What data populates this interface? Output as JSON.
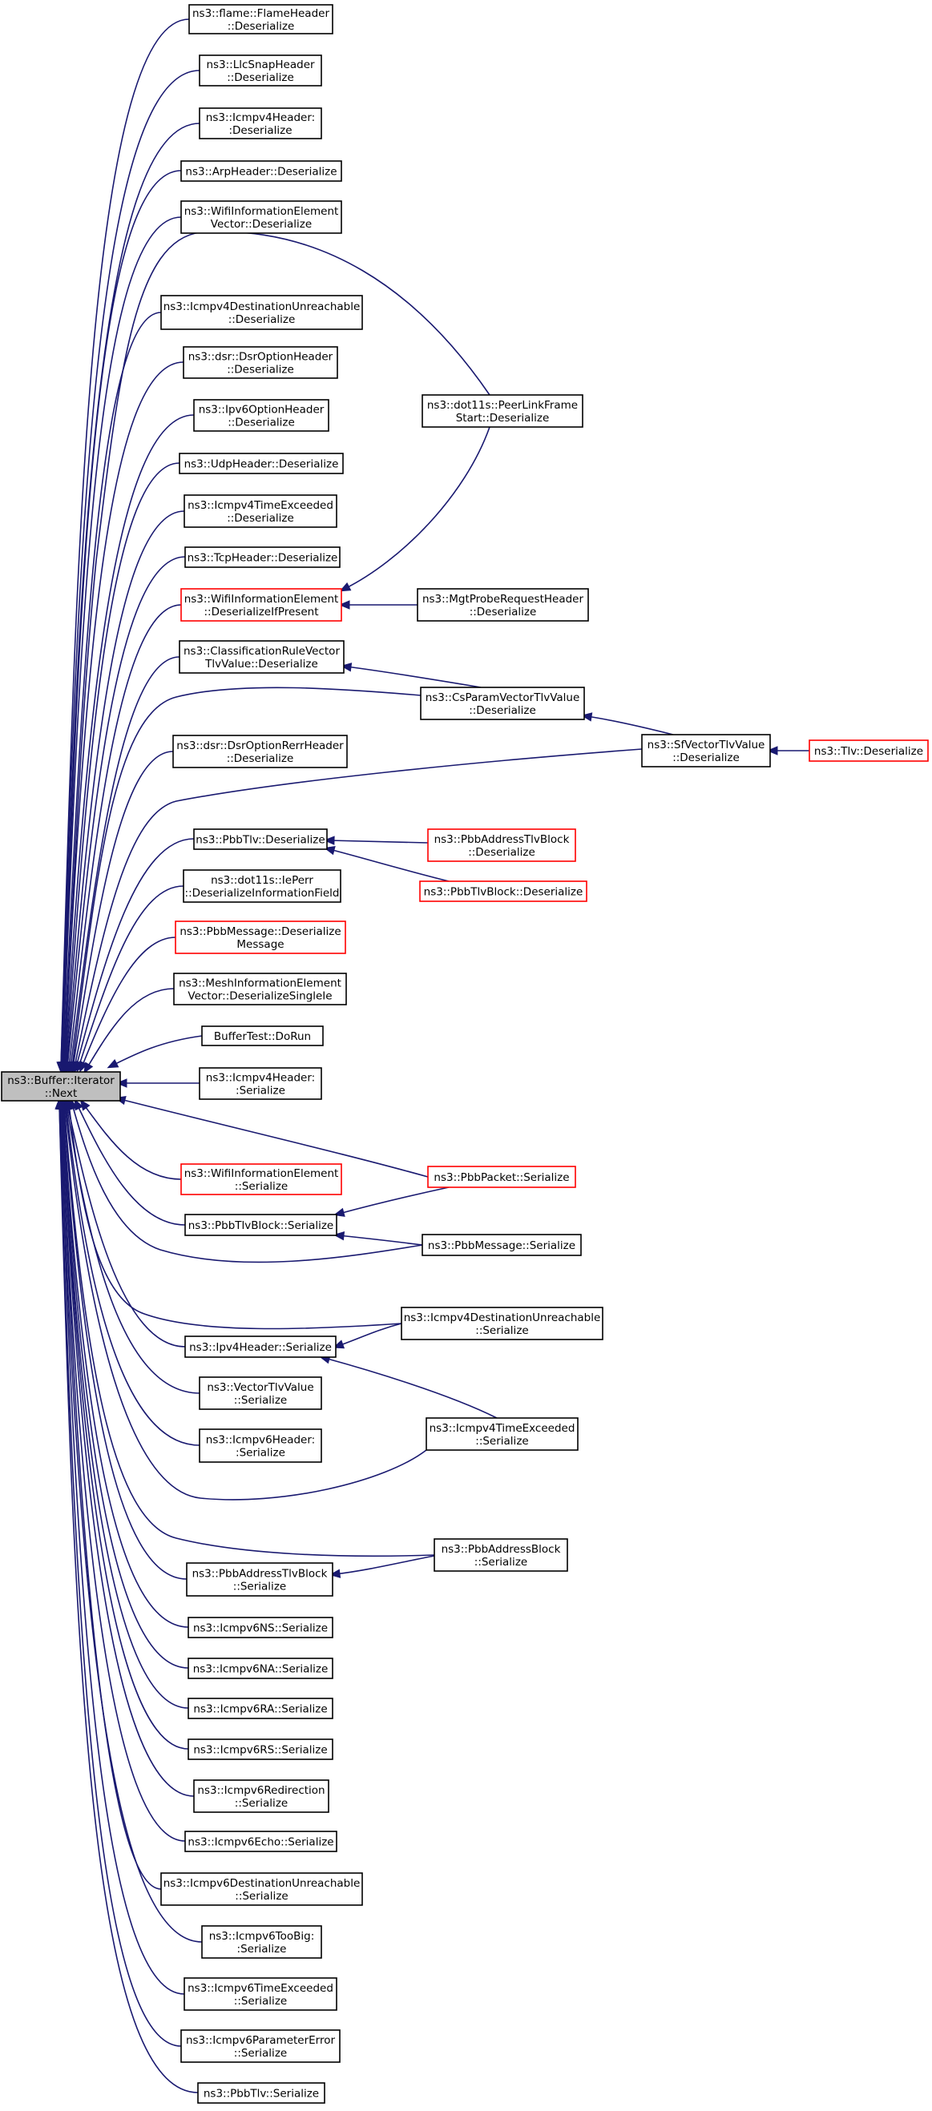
{
  "colors": {
    "edge": "#191970",
    "node_border_normal": "#000000",
    "node_border_truncated": "#ff0000",
    "node_fill_root": "#bfbfbf",
    "node_fill": "#ffffff"
  },
  "root": {
    "id": "root",
    "lines": [
      "ns3::Buffer::Iterator",
      "::Next"
    ]
  },
  "nodes": [
    {
      "id": "flame",
      "lines": [
        "ns3::flame::FlameHeader",
        "::Deserialize"
      ],
      "status": "normal"
    },
    {
      "id": "llcsnap",
      "lines": [
        "ns3::LlcSnapHeader",
        "::Deserialize"
      ],
      "status": "normal"
    },
    {
      "id": "icmpv4hdr_deser",
      "lines": [
        "ns3::Icmpv4Header:",
        ":Deserialize"
      ],
      "status": "normal"
    },
    {
      "id": "arp",
      "lines": [
        "ns3::ArpHeader::Deserialize"
      ],
      "status": "normal"
    },
    {
      "id": "wifivec",
      "lines": [
        "ns3::WifiInformationElement",
        "Vector::Deserialize"
      ],
      "status": "normal"
    },
    {
      "id": "icmpv4du_deser",
      "lines": [
        "ns3::Icmpv4DestinationUnreachable",
        "::Deserialize"
      ],
      "status": "normal"
    },
    {
      "id": "dsropt",
      "lines": [
        "ns3::dsr::DsrOptionHeader",
        "::Deserialize"
      ],
      "status": "normal"
    },
    {
      "id": "ipv6opt",
      "lines": [
        "ns3::Ipv6OptionHeader",
        "::Deserialize"
      ],
      "status": "normal"
    },
    {
      "id": "udp",
      "lines": [
        "ns3::UdpHeader::Deserialize"
      ],
      "status": "normal"
    },
    {
      "id": "icmpv4te_deser",
      "lines": [
        "ns3::Icmpv4TimeExceeded",
        "::Deserialize"
      ],
      "status": "normal"
    },
    {
      "id": "tcp",
      "lines": [
        "ns3::TcpHeader::Deserialize"
      ],
      "status": "normal"
    },
    {
      "id": "wifiifp",
      "lines": [
        "ns3::WifiInformationElement",
        "::DeserializeIfPresent"
      ],
      "status": "truncated"
    },
    {
      "id": "classrule",
      "lines": [
        "ns3::ClassificationRuleVector",
        "TlvValue::Deserialize"
      ],
      "status": "normal"
    },
    {
      "id": "dsrrerr",
      "lines": [
        "ns3::dsr::DsrOptionRerrHeader",
        "::Deserialize"
      ],
      "status": "normal"
    },
    {
      "id": "pbbtlv_deser",
      "lines": [
        "ns3::PbbTlv::Deserialize"
      ],
      "status": "normal"
    },
    {
      "id": "ieperr",
      "lines": [
        "ns3::dot11s::IePerr",
        "::DeserializeInformationField"
      ],
      "status": "normal"
    },
    {
      "id": "pbbmsg_deser",
      "lines": [
        "ns3::PbbMessage::Deserialize",
        "Message"
      ],
      "status": "truncated"
    },
    {
      "id": "meshvec",
      "lines": [
        "ns3::MeshInformationElement",
        "Vector::DeserializeSingleIe"
      ],
      "status": "normal"
    },
    {
      "id": "buffertest",
      "lines": [
        "BufferTest::DoRun"
      ],
      "status": "normal"
    },
    {
      "id": "icmpv4hdr_ser",
      "lines": [
        "ns3::Icmpv4Header:",
        ":Serialize"
      ],
      "status": "normal"
    },
    {
      "id": "wifiser",
      "lines": [
        "ns3::WifiInformationElement",
        "::Serialize"
      ],
      "status": "truncated"
    },
    {
      "id": "pbbtlvblock_ser",
      "lines": [
        "ns3::PbbTlvBlock::Serialize"
      ],
      "status": "normal"
    },
    {
      "id": "ipv4hdr_ser",
      "lines": [
        "ns3::Ipv4Header::Serialize"
      ],
      "status": "normal"
    },
    {
      "id": "vectortlv",
      "lines": [
        "ns3::VectorTlvValue",
        "::Serialize"
      ],
      "status": "normal"
    },
    {
      "id": "icmpv6hdr_ser",
      "lines": [
        "ns3::Icmpv6Header:",
        ":Serialize"
      ],
      "status": "normal"
    },
    {
      "id": "pbbaddrtlvblock_ser",
      "lines": [
        "ns3::PbbAddressTlvBlock",
        "::Serialize"
      ],
      "status": "normal"
    },
    {
      "id": "icmpv6ns",
      "lines": [
        "ns3::Icmpv6NS::Serialize"
      ],
      "status": "normal"
    },
    {
      "id": "icmpv6na",
      "lines": [
        "ns3::Icmpv6NA::Serialize"
      ],
      "status": "normal"
    },
    {
      "id": "icmpv6ra",
      "lines": [
        "ns3::Icmpv6RA::Serialize"
      ],
      "status": "normal"
    },
    {
      "id": "icmpv6rs",
      "lines": [
        "ns3::Icmpv6RS::Serialize"
      ],
      "status": "normal"
    },
    {
      "id": "icmpv6redir",
      "lines": [
        "ns3::Icmpv6Redirection",
        "::Serialize"
      ],
      "status": "normal"
    },
    {
      "id": "icmpv6echo",
      "lines": [
        "ns3::Icmpv6Echo::Serialize"
      ],
      "status": "normal"
    },
    {
      "id": "icmpv6du",
      "lines": [
        "ns3::Icmpv6DestinationUnreachable",
        "::Serialize"
      ],
      "status": "normal"
    },
    {
      "id": "icmpv6toobig",
      "lines": [
        "ns3::Icmpv6TooBig:",
        ":Serialize"
      ],
      "status": "normal"
    },
    {
      "id": "icmpv6te",
      "lines": [
        "ns3::Icmpv6TimeExceeded",
        "::Serialize"
      ],
      "status": "normal"
    },
    {
      "id": "icmpv6pe",
      "lines": [
        "ns3::Icmpv6ParameterError",
        "::Serialize"
      ],
      "status": "normal"
    },
    {
      "id": "pbbtlv_ser",
      "lines": [
        "ns3::PbbTlv::Serialize"
      ],
      "status": "normal"
    },
    {
      "id": "peerlink",
      "lines": [
        "ns3::dot11s::PeerLinkFrame",
        "Start::Deserialize"
      ],
      "status": "normal"
    },
    {
      "id": "mgtprobe",
      "lines": [
        "ns3::MgtProbeRequestHeader",
        "::Deserialize"
      ],
      "status": "normal"
    },
    {
      "id": "csparam",
      "lines": [
        "ns3::CsParamVectorTlvValue",
        "::Deserialize"
      ],
      "status": "normal"
    },
    {
      "id": "sfvector",
      "lines": [
        "ns3::SfVectorTlvValue",
        "::Deserialize"
      ],
      "status": "normal"
    },
    {
      "id": "tlv",
      "lines": [
        "ns3::Tlv::Deserialize"
      ],
      "status": "truncated"
    },
    {
      "id": "pbbaddrtlvblock_deser",
      "lines": [
        "ns3::PbbAddressTlvBlock",
        "::Deserialize"
      ],
      "status": "truncated"
    },
    {
      "id": "pbbtlvblock_deser",
      "lines": [
        "ns3::PbbTlvBlock::Deserialize"
      ],
      "status": "truncated"
    },
    {
      "id": "pbbpacket_ser",
      "lines": [
        "ns3::PbbPacket::Serialize"
      ],
      "status": "truncated"
    },
    {
      "id": "pbbmsg_ser",
      "lines": [
        "ns3::PbbMessage::Serialize"
      ],
      "status": "normal"
    },
    {
      "id": "icmpv4du_ser",
      "lines": [
        "ns3::Icmpv4DestinationUnreachable",
        "::Serialize"
      ],
      "status": "normal"
    },
    {
      "id": "icmpv4te_ser",
      "lines": [
        "ns3::Icmpv4TimeExceeded",
        "::Serialize"
      ],
      "status": "normal"
    },
    {
      "id": "pbbaddrblock_ser",
      "lines": [
        "ns3::PbbAddressBlock",
        "::Serialize"
      ],
      "status": "normal"
    }
  ],
  "edges": [
    [
      "flame",
      "root"
    ],
    [
      "llcsnap",
      "root"
    ],
    [
      "icmpv4hdr_deser",
      "root"
    ],
    [
      "arp",
      "root"
    ],
    [
      "wifivec",
      "root"
    ],
    [
      "peerlink",
      "root"
    ],
    [
      "icmpv4du_deser",
      "root"
    ],
    [
      "dsropt",
      "root"
    ],
    [
      "ipv6opt",
      "root"
    ],
    [
      "udp",
      "root"
    ],
    [
      "icmpv4te_deser",
      "root"
    ],
    [
      "tcp",
      "root"
    ],
    [
      "wifiifp",
      "root"
    ],
    [
      "classrule",
      "root"
    ],
    [
      "csparam",
      "root"
    ],
    [
      "dsrrerr",
      "root"
    ],
    [
      "sfvector",
      "root"
    ],
    [
      "pbbtlv_deser",
      "root"
    ],
    [
      "ieperr",
      "root"
    ],
    [
      "pbbmsg_deser",
      "root"
    ],
    [
      "meshvec",
      "root"
    ],
    [
      "buffertest",
      "root"
    ],
    [
      "icmpv4hdr_ser",
      "root"
    ],
    [
      "pbbpacket_ser",
      "root"
    ],
    [
      "wifiser",
      "root"
    ],
    [
      "pbbtlvblock_ser",
      "root"
    ],
    [
      "pbbmsg_ser",
      "root"
    ],
    [
      "icmpv4du_ser",
      "root"
    ],
    [
      "ipv4hdr_ser",
      "root"
    ],
    [
      "vectortlv",
      "root"
    ],
    [
      "icmpv6hdr_ser",
      "root"
    ],
    [
      "icmpv4te_ser",
      "root"
    ],
    [
      "pbbaddrblock_ser",
      "root"
    ],
    [
      "pbbaddrtlvblock_ser",
      "root"
    ],
    [
      "icmpv6ns",
      "root"
    ],
    [
      "icmpv6na",
      "root"
    ],
    [
      "icmpv6ra",
      "root"
    ],
    [
      "icmpv6rs",
      "root"
    ],
    [
      "icmpv6redir",
      "root"
    ],
    [
      "icmpv6echo",
      "root"
    ],
    [
      "icmpv6du",
      "root"
    ],
    [
      "icmpv6toobig",
      "root"
    ],
    [
      "icmpv6te",
      "root"
    ],
    [
      "icmpv6pe",
      "root"
    ],
    [
      "pbbtlv_ser",
      "root"
    ],
    [
      "peerlink",
      "wifiifp"
    ],
    [
      "mgtprobe",
      "wifiifp"
    ],
    [
      "csparam",
      "classrule"
    ],
    [
      "sfvector",
      "csparam"
    ],
    [
      "tlv",
      "sfvector"
    ],
    [
      "pbbaddrtlvblock_deser",
      "pbbtlv_deser"
    ],
    [
      "pbbtlvblock_deser",
      "pbbtlv_deser"
    ],
    [
      "pbbpacket_ser",
      "pbbtlvblock_ser"
    ],
    [
      "pbbmsg_ser",
      "pbbtlvblock_ser"
    ],
    [
      "icmpv4du_ser",
      "ipv4hdr_ser"
    ],
    [
      "icmpv4te_ser",
      "ipv4hdr_ser"
    ],
    [
      "pbbaddrblock_ser",
      "pbbaddrtlvblock_ser"
    ]
  ]
}
